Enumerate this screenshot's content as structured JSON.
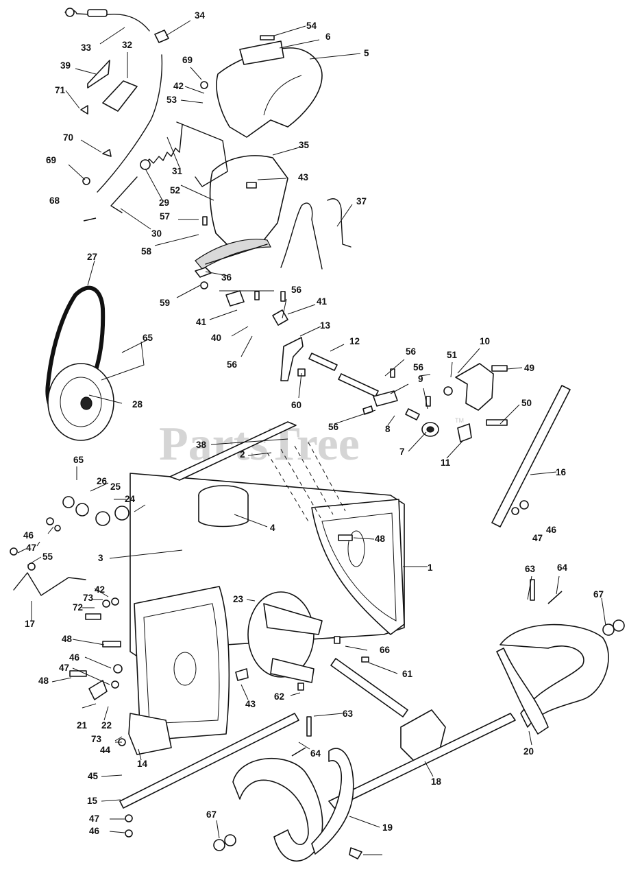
{
  "watermark": {
    "text": "PartsTree",
    "trademark": "TM"
  },
  "callouts": [
    "1",
    "2",
    "3",
    "4",
    "5",
    "6",
    "7",
    "8",
    "9",
    "10",
    "11",
    "12",
    "13",
    "14",
    "15",
    "16",
    "17",
    "18",
    "19",
    "20",
    "21",
    "22",
    "23",
    "24",
    "25",
    "26",
    "27",
    "28",
    "29",
    "30",
    "31",
    "32",
    "33",
    "34",
    "35",
    "36",
    "37",
    "38",
    "39",
    "40",
    "41",
    "42",
    "43",
    "44",
    "45",
    "46",
    "47",
    "48",
    "49",
    "50",
    "51",
    "52",
    "53",
    "54",
    "55",
    "56",
    "57",
    "58",
    "59",
    "60",
    "61",
    "62",
    "63",
    "64",
    "65",
    "66",
    "67",
    "68",
    "69",
    "70",
    "71",
    "72",
    "73"
  ]
}
